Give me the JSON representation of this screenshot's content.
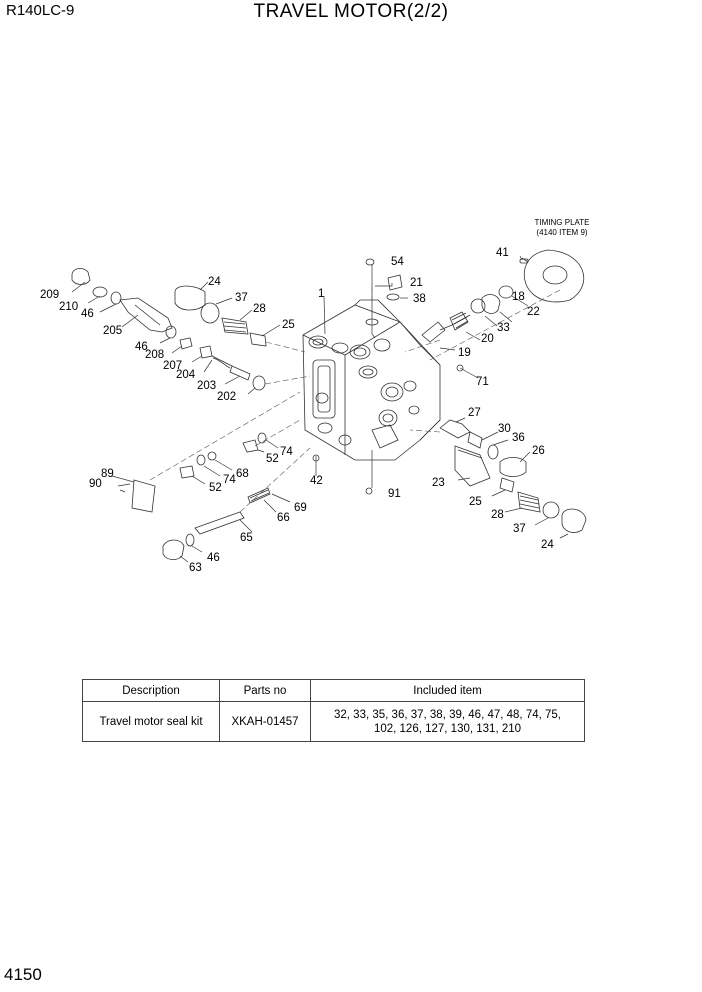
{
  "header": {
    "model": "R140LC-9",
    "title": "TRAVEL MOTOR(2/2)"
  },
  "footer": {
    "page_number": "4150"
  },
  "diagram": {
    "note_line1": "TIMING PLATE",
    "note_line2": "(4140 ITEM 9)",
    "labels": [
      "1",
      "18",
      "19",
      "20",
      "21",
      "22",
      "23",
      "24",
      "24",
      "25",
      "25",
      "26",
      "27",
      "28",
      "28",
      "30",
      "33",
      "36",
      "37",
      "37",
      "38",
      "41",
      "42",
      "46",
      "46",
      "46",
      "52",
      "52",
      "54",
      "63",
      "65",
      "66",
      "68",
      "69",
      "71",
      "74",
      "74",
      "89",
      "90",
      "91",
      "202",
      "203",
      "204",
      "205",
      "207",
      "208",
      "209",
      "210"
    ]
  },
  "kit_table": {
    "headers": [
      "Description",
      "Parts no",
      "Included item"
    ],
    "rows": [
      {
        "description": "Travel motor seal kit",
        "parts_no": "XKAH-01457",
        "included_line1": "32, 33, 35, 36, 37, 38, 39, 46, 47, 48, 74, 75,",
        "included_line2": "102, 126, 127, 130, 131, 210"
      }
    ]
  }
}
